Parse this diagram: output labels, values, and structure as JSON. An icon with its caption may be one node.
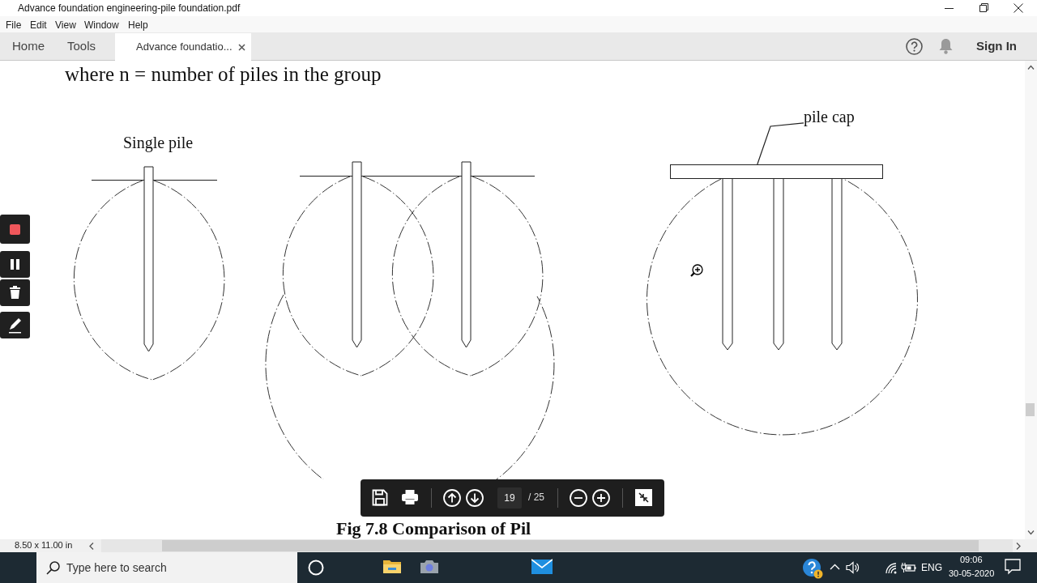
{
  "diagram": {
    "caption": "Fig 7.8 Comparison of Pil",
    "nodes": [
      {
        "text": [
          "pile cap"
        ]
      },
      {
        "text": [],
        "shape": "box"
      }
    ],
    "edges": [
      {
        "from": 0,
        "to": 1,
        "arrow": "none"
      }
    ],
    "labels": [
      "Advance foundation engineering-pile foundation.pdf",
      "File",
      "Edit",
      "View",
      "Window",
      "Help",
      "Home",
      "Tools",
      "Advance foundatio...",
      "Sign In",
      "where n = number of piles in the group",
      "Single pile",
      "19",
      "/ 25",
      "8.50 x 11.00 in",
      "Type here to search",
      "ENG",
      "09:06",
      "30-05-2020"
    ]
  }
}
